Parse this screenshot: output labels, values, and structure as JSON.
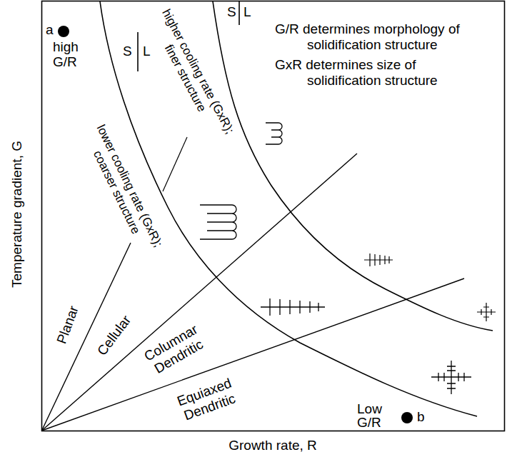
{
  "diagram": {
    "labels": [
      "a",
      "high G/R",
      "S",
      "L",
      "S",
      "L",
      "G/R determines morphology of solidification structure",
      "GxR determines size of solidification structure",
      "higher cooling rate (GxR); finer structure",
      "lower cooling rate (GxR); coarser structure",
      "Planar",
      "Cellular",
      "Columnar Dendritic",
      "Equiaxed Dendritic",
      "Low G/R",
      "b",
      "Temperature gradient, G",
      "Growth rate, R"
    ]
  }
}
